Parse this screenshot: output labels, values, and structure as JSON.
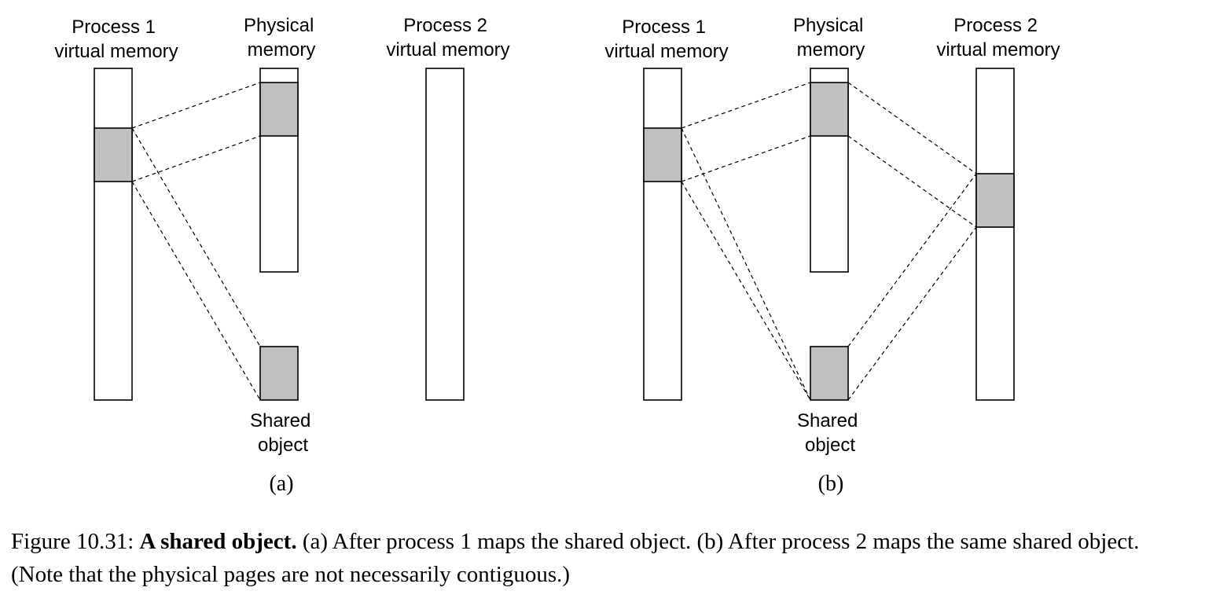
{
  "panel_a": {
    "process1_label": [
      "Process 1",
      "virtual memory"
    ],
    "physical_label": [
      "Physical",
      "memory"
    ],
    "process2_label": [
      "Process 2",
      "virtual memory"
    ],
    "shared_label": [
      "Shared",
      "object"
    ],
    "tag": "(a)"
  },
  "panel_b": {
    "process1_label": [
      "Process 1",
      "virtual memory"
    ],
    "physical_label": [
      "Physical",
      "memory"
    ],
    "process2_label": [
      "Process 2",
      "virtual memory"
    ],
    "shared_label": [
      "Shared",
      "object"
    ],
    "tag": "(b)"
  },
  "caption": {
    "prefix": "Figure 10.31: ",
    "bold": "A shared object.",
    "text": " (a) After process 1 maps the shared object. (b) After process 2 maps the same shared object. (Note that the physical pages are not necessarily contiguous.)"
  },
  "colors": {
    "shaded_page": "#c0c0c0",
    "outline": "#000000"
  }
}
